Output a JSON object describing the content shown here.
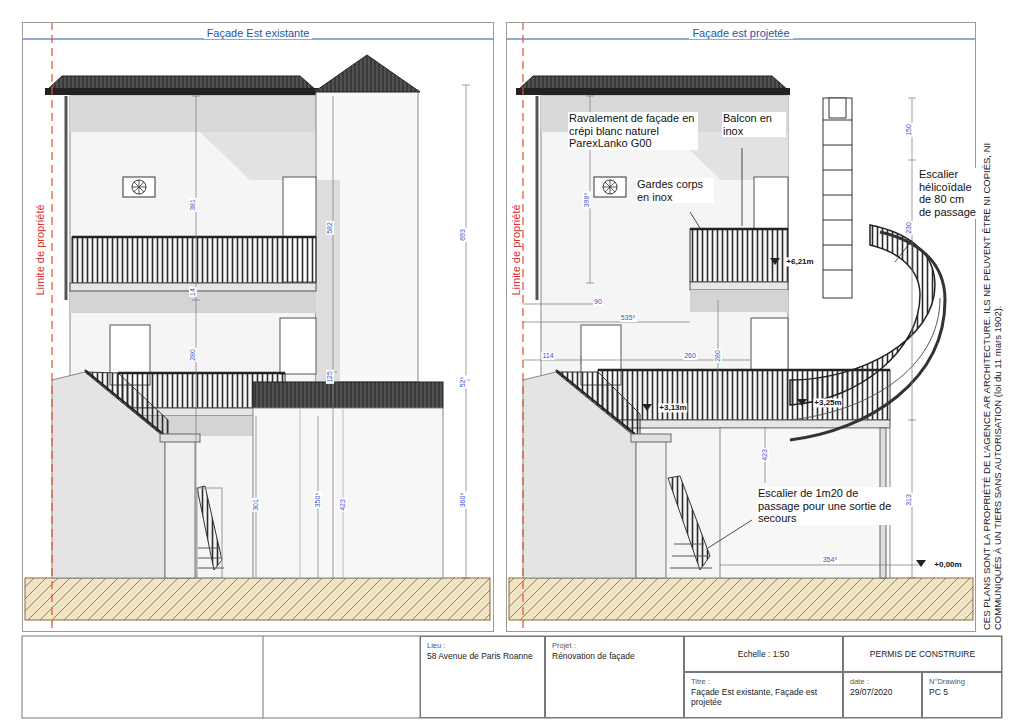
{
  "diagram": {
    "nodes": [
      {
        "text": [
          "Façade Est existante"
        ]
      },
      {
        "text": [
          "Façade est projetée"
        ]
      },
      {
        "text": [
          "Lieu :",
          "58 Avenue de Paris Roanne"
        ]
      },
      {
        "text": [
          "Projet :",
          "Rénovation de façade"
        ]
      },
      {
        "text": [
          "Echelle : 1:50"
        ]
      },
      {
        "text": [
          "PERMIS DE CONSTRUIRE"
        ]
      },
      {
        "text": [
          "Titre :",
          "Façade Est existante, Façade est projetée"
        ]
      },
      {
        "text": [
          "date :",
          "29/07/2020"
        ]
      },
      {
        "text": [
          "N°Drawing",
          "PC 5"
        ]
      }
    ],
    "labels": [
      "Limite de propriété",
      "381",
      "14",
      "280",
      "582",
      "693",
      "125",
      "52⁵",
      "301",
      "350⁵",
      "423",
      "360⁵",
      "Limite de propriété",
      "Ravalement de façade en crépi blanc naturel ParexLanko G00",
      "Balcon en inox",
      "Gardes corps en inox",
      "Escalier hélicoïdale de 80 cm de passage",
      "Escalier de 1m20 de passage pour une sortie de secours",
      "398⁵",
      "150",
      "230",
      "+6,21m",
      "90",
      "535⁵",
      "114",
      "260",
      "280",
      "+3,13m",
      "+3,25m",
      "423",
      "313",
      "354⁵",
      "+0,00m",
      "CES PLANS SONT LA PROPRIÉTÉ DE L'AGENCE AR ARCHITECTURE. ILS NE PEUVENT ÊTRE NI COPIÉS, NI COMMUNIQUÉS À UN TIERS SANS AUTORISATION (loi du 11 mars 1902)."
    ]
  }
}
